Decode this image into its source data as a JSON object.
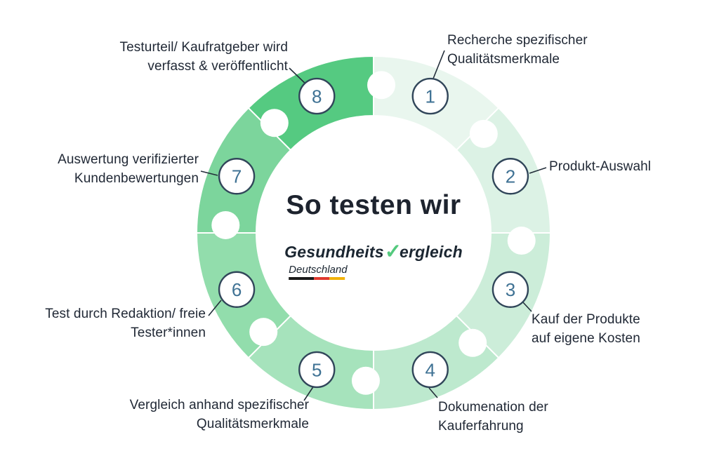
{
  "diagram": {
    "type": "circular-process-8-steps",
    "title": "So testen wir",
    "steps": [
      {
        "number": "1",
        "label": "Recherche spezifischer\nQualitätsmerkmale",
        "segment_color": "#e9f6ee"
      },
      {
        "number": "2",
        "label": "Produkt-Auswahl",
        "segment_color": "#dcf2e5"
      },
      {
        "number": "3",
        "label": "Kauf der Produkte\nauf eigene Kosten",
        "segment_color": "#ccedd9"
      },
      {
        "number": "4",
        "label": "Dokumenation der\nKauferfahrung",
        "segment_color": "#bde9ce"
      },
      {
        "number": "5",
        "label": "Vergleich anhand spezifischer\nQualitätsmerkmale",
        "segment_color": "#a6e3bc"
      },
      {
        "number": "6",
        "label": "Test durch Redaktion/ freie\nTester*innen",
        "segment_color": "#92ddac"
      },
      {
        "number": "7",
        "label": "Auswertung verifizierter\nKundenbewertungen",
        "segment_color": "#7cd59c"
      },
      {
        "number": "8",
        "label": "Testurteil/ Kaufratgeber wird\nverfasst & veröffentlicht",
        "segment_color": "#55ca81"
      }
    ],
    "colors": {
      "background": "#ffffff",
      "circle_border": "#31465a",
      "number_text": "#3f7294",
      "connector": "#232e3a",
      "label_text": "#212936",
      "title_text": "#1d232e",
      "logo_text": "#1b2631",
      "logo_check": "#53c97d"
    },
    "logo": {
      "part1": "Gesundheits",
      "check_icon": "✓",
      "part2": "ergleich",
      "subtitle": "Deutschland",
      "flag_colors": [
        "#1a1a1a",
        "#e0392f",
        "#f2b20a"
      ]
    }
  }
}
